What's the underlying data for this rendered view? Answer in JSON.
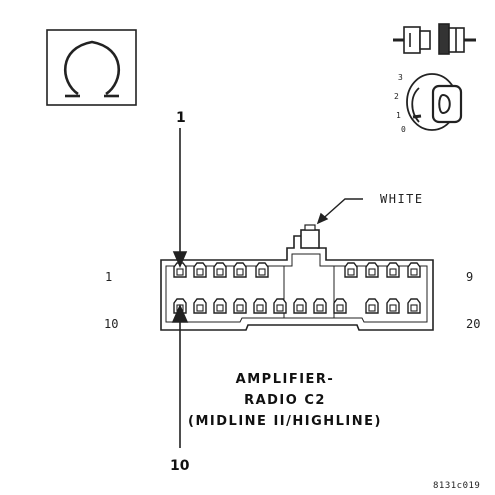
{
  "symbol_box": {
    "icon": "omega-symbol-icon"
  },
  "icons": {
    "connector": "connector-halves-icon",
    "ignition": "ignition-switch-icon"
  },
  "ignition_positions": [
    "3",
    "2",
    "1",
    "0"
  ],
  "connector": {
    "color_label": "WHITE",
    "pin_first_top": "1",
    "pin_last_top": "9",
    "pin_first_bottom": "10",
    "pin_last_bottom": "20"
  },
  "callouts": {
    "top": "1",
    "bottom": "10"
  },
  "title_lines": [
    "AMPLIFIER-",
    "RADIO C2",
    "(MIDLINE II/HIGHLINE)"
  ],
  "figure_code": "8131c019"
}
